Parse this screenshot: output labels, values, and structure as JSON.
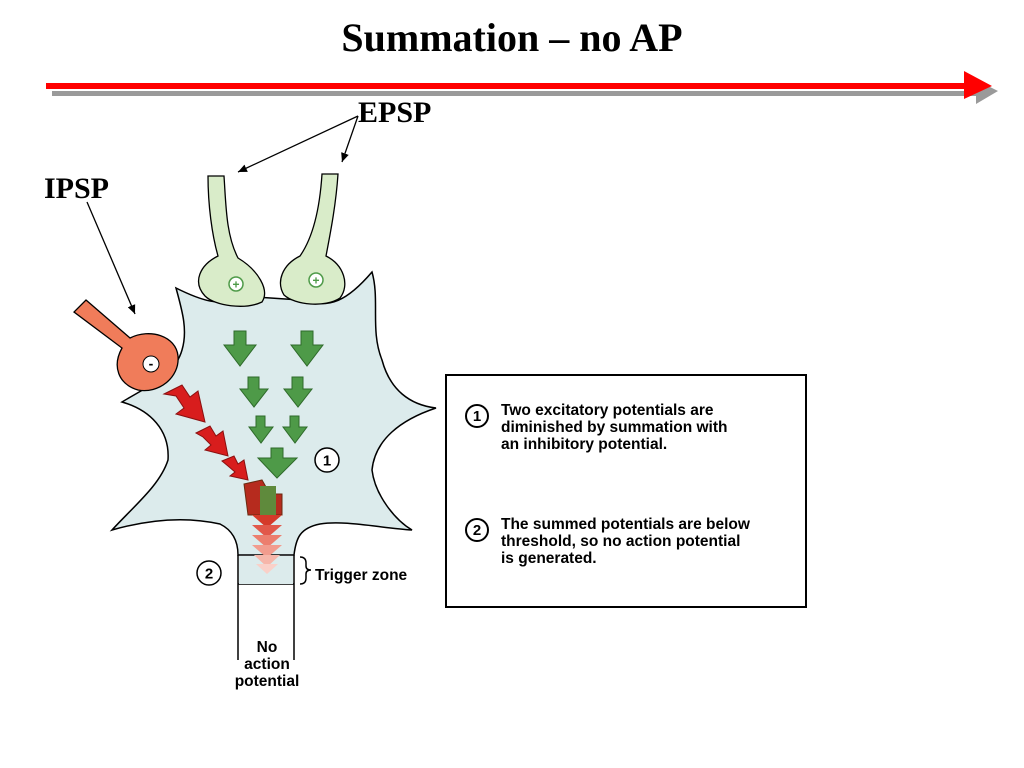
{
  "title": "Summation – no AP",
  "labels": {
    "epsp": "EPSP",
    "ipsp": "IPSP",
    "plus_sign": "+",
    "minus_sign": "-",
    "marker_1": "1",
    "marker_2": "2",
    "trigger_zone": "Trigger zone",
    "no_action_potential": "No\naction\npotential"
  },
  "legend": {
    "items": [
      {
        "number": "1",
        "text": "Two excitatory potentials are\ndiminished by summation with\nan inhibitory potential."
      },
      {
        "number": "2",
        "text": "The summed potentials are below\nthreshold, so no action potential\nis generated."
      }
    ]
  },
  "colors": {
    "timeline_arrow": "#ff0000",
    "cell_body": "#dcebec",
    "excitatory_terminal": "#d9ecc9",
    "excitatory_arrow": "#4e9a48",
    "inhibitory_terminal": "#f07c5a",
    "inhibitory_arrow": "#d81d1d"
  }
}
